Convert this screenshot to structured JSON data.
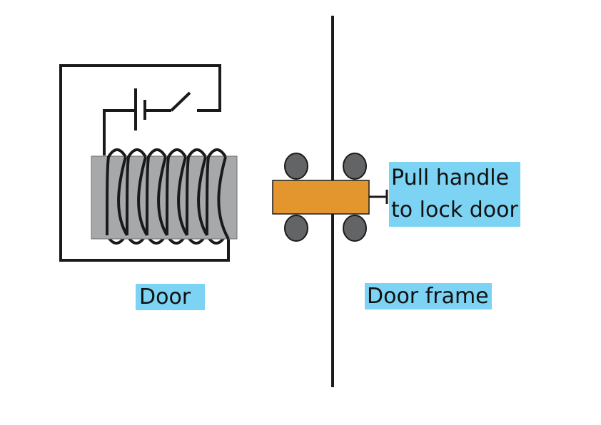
{
  "labels": {
    "door": "Door",
    "door_frame": "Door frame",
    "handle_line1": "Pull handle",
    "handle_line2": "to lock door"
  },
  "colors": {
    "wire": "#1a1a1a",
    "core": "#a7a8aa",
    "bolt": "#e3962e",
    "roller": "#636466",
    "label_bg": "#7dd3f3"
  }
}
